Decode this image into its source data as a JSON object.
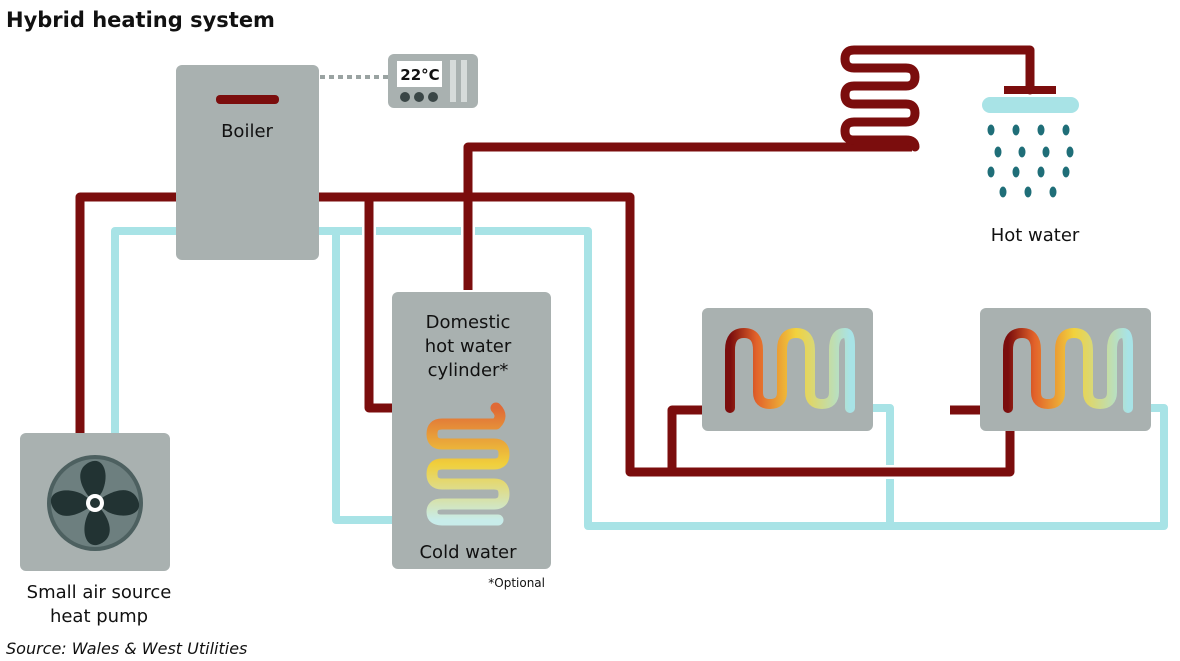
{
  "title": "Hybrid heating system",
  "labels": {
    "boiler": "Boiler",
    "cylinder_line1": "Domestic",
    "cylinder_line2": "hot water",
    "cylinder_line3": "cylinder*",
    "cold_water": "Cold water",
    "optional_note": "*Optional",
    "hot_water": "Hot water",
    "heat_pump_line1": "Small air source",
    "heat_pump_line2": "heat pump"
  },
  "thermostat": {
    "temperature": "22°C"
  },
  "source": "Source: Wales & West Utilities",
  "colors": {
    "hot_pipe": "#7b0d0d",
    "cold_pipe": "#a8e3e6",
    "unit_grey": "#a9b1b0",
    "fan_dark": "#223333",
    "water_drop": "#1f6e78"
  },
  "icons": [
    "thermostat-icon",
    "shower-icon",
    "fan-icon",
    "radiator-icon"
  ]
}
